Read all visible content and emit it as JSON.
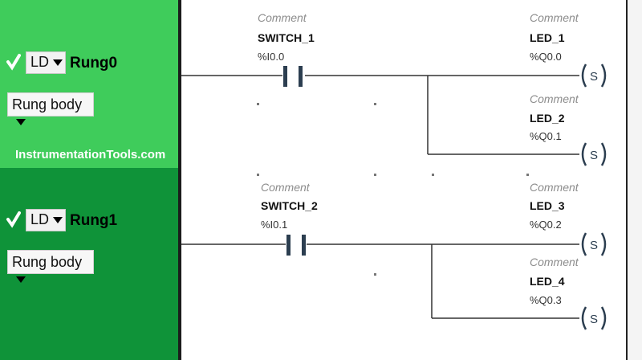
{
  "rungs": [
    {
      "enabled": true,
      "language": "LD",
      "name": "Rung0",
      "body_label": "Rung body",
      "contact": {
        "comment": "Comment",
        "tag": "SWITCH_1",
        "address": "%I0.0"
      },
      "coils": [
        {
          "comment": "Comment",
          "tag": "LED_1",
          "address": "%Q0.0",
          "symbol": "S"
        },
        {
          "comment": "Comment",
          "tag": "LED_2",
          "address": "%Q0.1",
          "symbol": "S"
        }
      ]
    },
    {
      "enabled": true,
      "language": "LD",
      "name": "Rung1",
      "body_label": "Rung body",
      "contact": {
        "comment": "Comment",
        "tag": "SWITCH_2",
        "address": "%I0.1"
      },
      "coils": [
        {
          "comment": "Comment",
          "tag": "LED_3",
          "address": "%Q0.2",
          "symbol": "S"
        },
        {
          "comment": "Comment",
          "tag": "LED_4",
          "address": "%Q0.3",
          "symbol": "S"
        }
      ]
    }
  ],
  "watermark": "InstrumentationTools.com",
  "colors": {
    "panel_rung0": "#3fcc5b",
    "panel_rung1": "#0f9339",
    "wire": "#333333",
    "coil": "#2c3e50"
  }
}
